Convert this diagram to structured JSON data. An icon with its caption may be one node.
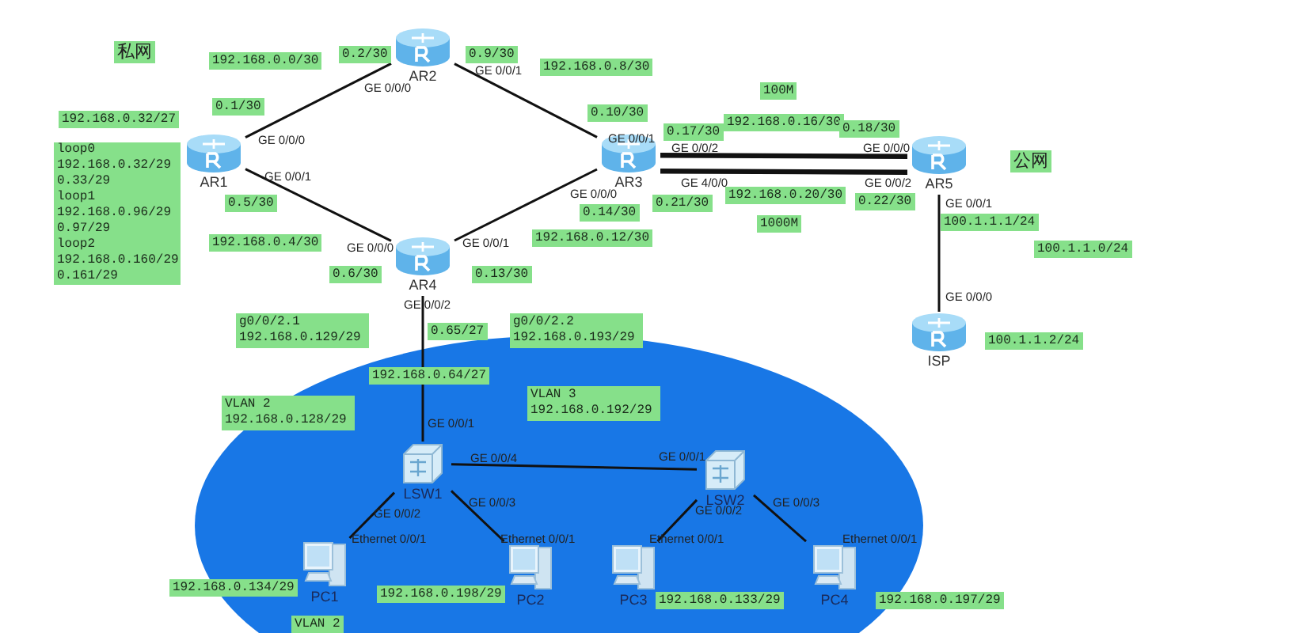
{
  "diagram": {
    "nodes": [
      {
        "text": [
          "AR1"
        ]
      },
      {
        "text": [
          "AR2"
        ]
      },
      {
        "text": [
          "AR3"
        ]
      },
      {
        "text": [
          "AR4"
        ]
      },
      {
        "text": [
          "AR5"
        ]
      },
      {
        "text": [
          "ISP"
        ]
      },
      {
        "text": [
          "LSW1"
        ]
      },
      {
        "text": [
          "LSW2"
        ]
      },
      {
        "text": [
          "PC1"
        ]
      },
      {
        "text": [
          "PC2"
        ]
      },
      {
        "text": [
          "PC3"
        ]
      },
      {
        "text": [
          "PC4"
        ]
      }
    ],
    "edges": [
      {
        "from": 0,
        "to": 1,
        "arrow": "none"
      },
      {
        "from": 1,
        "to": 2,
        "arrow": "none"
      },
      {
        "from": 0,
        "to": 3,
        "arrow": "none"
      },
      {
        "from": 3,
        "to": 2,
        "arrow": "none"
      },
      {
        "from": 2,
        "to": 4,
        "arrow": "none",
        "style": "thick"
      },
      {
        "from": 2,
        "to": 4,
        "arrow": "none",
        "style": "thick"
      },
      {
        "from": 4,
        "to": 5,
        "arrow": "none"
      },
      {
        "from": 3,
        "to": 6,
        "arrow": "none"
      },
      {
        "from": 6,
        "to": 7,
        "arrow": "none"
      },
      {
        "from": 6,
        "to": 8,
        "arrow": "none"
      },
      {
        "from": 6,
        "to": 9,
        "arrow": "none"
      },
      {
        "from": 7,
        "to": 10,
        "arrow": "none"
      },
      {
        "from": 7,
        "to": 11,
        "arrow": "none"
      }
    ],
    "labels": [
      "私网",
      "192.168.0.0/30",
      "0.2/30",
      "0.9/30",
      "192.168.0.8/30",
      "100M",
      "0.1/30",
      "0.10/30",
      "192.168.0.32/27",
      "192.168.0.16/30",
      "0.17/30",
      "0.18/30",
      "公网",
      "loop0",
      "192.168.0.32/29",
      "0.33/29",
      "loop1",
      "192.168.0.96/29",
      "0.97/29",
      "loop2",
      "192.168.0.160/29",
      "0.161/29",
      "0.5/30",
      "0.21/30",
      "192.168.0.20/30",
      "0.22/30",
      "0.14/30",
      "1000M",
      "192.168.0.4/30",
      "192.168.0.12/30",
      "100.1.1.1/24",
      "100.1.1.0/24",
      "0.6/30",
      "0.13/30",
      "g0/0/2.1 192.168.0.129/29",
      "g0/0/2.2 192.168.0.193/29",
      "0.65/27",
      "100.1.1.2/24",
      "192.168.0.64/27",
      "VLAN 2 192.168.0.128/29",
      "VLAN 3 192.168.0.192/29",
      "192.168.0.134/29",
      "192.168.0.198/29",
      "192.168.0.133/29",
      "192.168.0.197/29",
      "VLAN 2",
      "GE 0/0/0",
      "GE 0/0/1",
      "GE 0/0/0",
      "GE 0/0/1",
      "GE 0/0/1",
      "GE 0/0/2",
      "GE 4/0/0",
      "GE 0/0/0",
      "GE 0/0/2",
      "GE 0/0/0",
      "GE 0/0/1",
      "GE 0/0/0",
      "GE 0/0/1",
      "GE 0/0/2",
      "GE 0/0/0",
      "GE 0/0/1",
      "GE 0/0/4",
      "GE 0/0/1",
      "GE 0/0/2",
      "GE 0/0/3",
      "GE 0/0/2",
      "GE 0/0/3",
      "Ethernet 0/0/1",
      "Ethernet 0/0/1",
      "Ethernet 0/0/1",
      "Ethernet 0/0/1"
    ]
  }
}
